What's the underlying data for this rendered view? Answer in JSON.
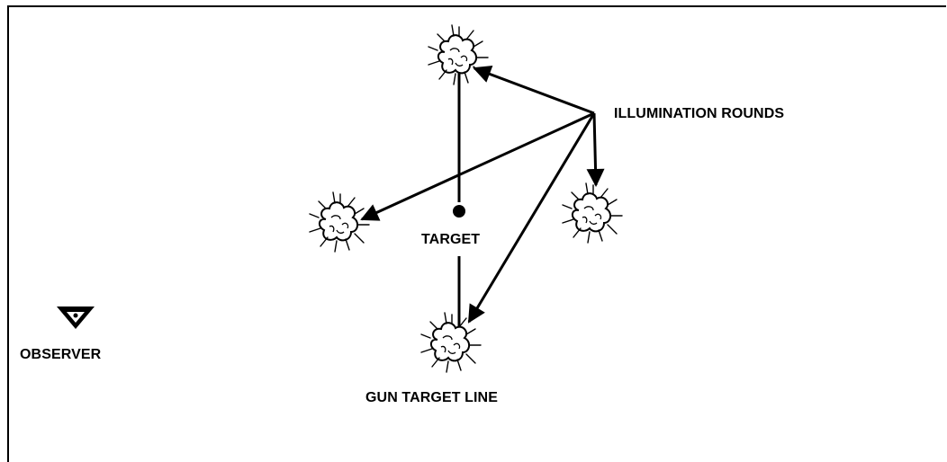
{
  "labels": {
    "illumination_rounds": "ILLUMINATION ROUNDS",
    "target": "TARGET",
    "observer": "OBSERVER",
    "gun_target_line": "GUN TARGET LINE"
  },
  "colors": {
    "ink": "#000000",
    "background": "#ffffff"
  },
  "icons": {
    "observer": "inverted-triangle-icon",
    "burst": "illumination-burst-icon",
    "target": "target-dot-icon"
  }
}
